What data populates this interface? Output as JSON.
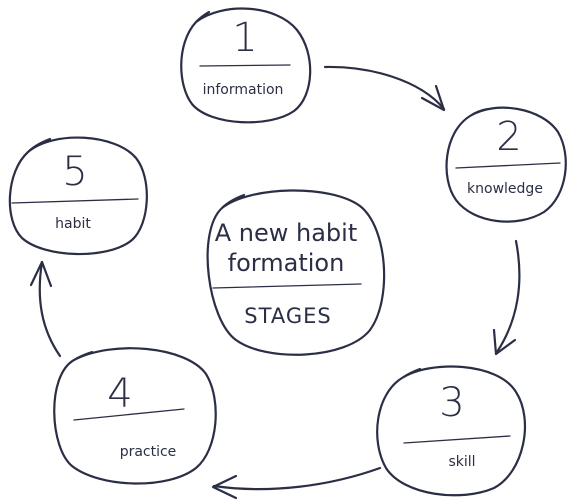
{
  "diagram": {
    "center": {
      "line1": "A new habit",
      "line2": "formation",
      "subtitle": "STAGES"
    },
    "stages": [
      {
        "number": "1",
        "label": "information"
      },
      {
        "number": "2",
        "label": "knowledge"
      },
      {
        "number": "3",
        "label": "skill"
      },
      {
        "number": "4",
        "label": "practice"
      },
      {
        "number": "5",
        "label": "habit"
      }
    ],
    "ink_color": "#2b2f45"
  }
}
